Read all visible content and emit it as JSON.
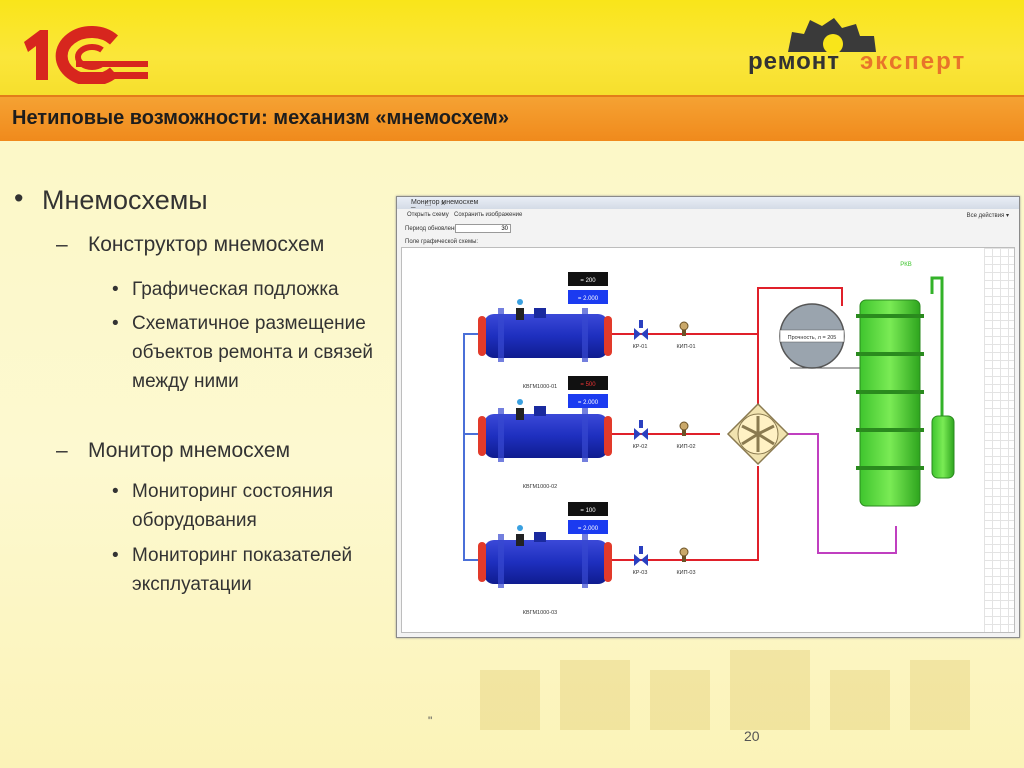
{
  "header": {
    "logo_label": "1С",
    "brand_part1": "ремонт",
    "brand_part2": "эксперт"
  },
  "slide_title": "Нетиповые возможности: механизм «мнемосхем»",
  "bullets": {
    "level1": "Мнемосхемы",
    "constructor": "Конструктор мнемосхем",
    "constructor_items": [
      "Графическая подложка",
      "Схематичное размещение объектов ремонта и связей между ними"
    ],
    "monitor": "Монитор мнемосхем",
    "monitor_items": [
      "Мониторинг состояния оборудования",
      "Мониторинг показателей эксплуатации"
    ]
  },
  "window": {
    "title": "Монитор мнемосхем",
    "controls": "_ □ ×",
    "toolbar": {
      "open": "Открыть схему",
      "save": "Сохранить изображение",
      "all_actions": "Все действия ▾"
    },
    "period_label": "Период обновления:",
    "period_value": "30",
    "field_label": "Поле графической схемы:"
  },
  "diagram": {
    "boilers": [
      {
        "name": "КВГМ1000-01",
        "upper_value": "= 200",
        "lower_value": "= 2.000",
        "valve": "КР-01",
        "gauge": "КИП-01"
      },
      {
        "name": "КВГМ1000-02",
        "upper_value": "= 500",
        "lower_value": "= 2.000",
        "valve": "КР-02",
        "gauge": "КИП-02"
      },
      {
        "name": "КВГМ1000-03",
        "upper_value": "= 100",
        "lower_value": "= 2.000",
        "valve": "КР-03",
        "gauge": "КИП-03"
      }
    ],
    "tower_label": "РКВ",
    "gauge_reading": "Прочность, л = 205"
  },
  "page_number": "20",
  "footer_mark": "\""
}
